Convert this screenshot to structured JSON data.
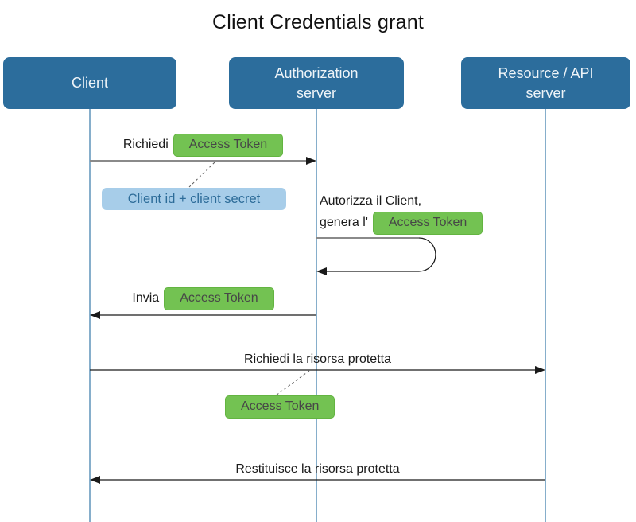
{
  "title": "Client Credentials grant",
  "actors": [
    {
      "name": "client",
      "lines": [
        "Client"
      ]
    },
    {
      "name": "authorization-server",
      "lines": [
        "Authorization",
        "server"
      ]
    },
    {
      "name": "resource-api-server",
      "lines": [
        "Resource / API",
        "server"
      ]
    }
  ],
  "messages": {
    "request_token": {
      "label": "Richiedi",
      "token": "Access Token"
    },
    "credentials_note": {
      "label": "Client id + client secret"
    },
    "authorize_self": {
      "line1": "Autorizza il Client,",
      "line2": "genera l'",
      "token": "Access Token"
    },
    "send_token": {
      "label": "Invia",
      "token": "Access Token"
    },
    "request_resource": {
      "label": "Richiedi la risorsa protetta"
    },
    "resource_token": {
      "token": "Access Token"
    },
    "return_resource": {
      "label": "Restituisce la risorsa protetta"
    }
  },
  "colors": {
    "actor_fill": "#2c6d9c",
    "actor_text": "#eef4f8",
    "lifeline": "#5e94ba",
    "token_fill": "#73c252",
    "token_border": "#63b441",
    "token_text": "#474747",
    "note_fill": "#a7cde9",
    "note_text": "#2d6c99",
    "arrow_gray": "#8a8a8a",
    "arrow_black": "#1a1a1a"
  }
}
